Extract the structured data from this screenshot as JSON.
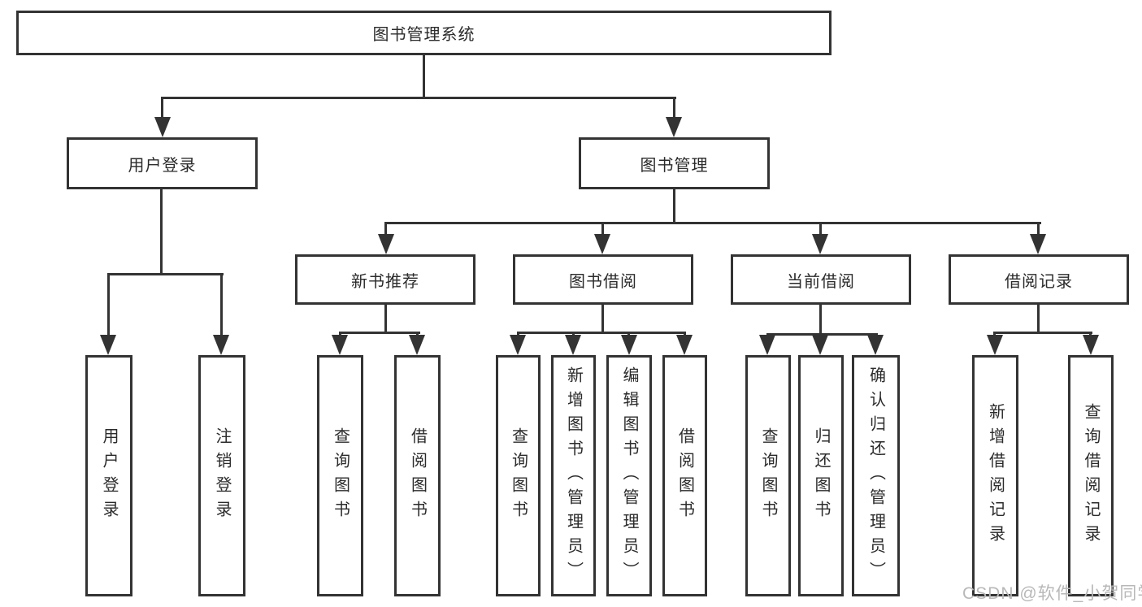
{
  "diagram": {
    "type": "hierarchy-tree",
    "orientation": "top-down"
  },
  "tree": {
    "label": "图书管理系统",
    "children": [
      {
        "label": "用户登录",
        "children": [
          {
            "label": "用户登录"
          },
          {
            "label": "注销登录"
          }
        ]
      },
      {
        "label": "图书管理",
        "children": [
          {
            "label": "新书推荐",
            "children": [
              {
                "label": "查询图书"
              },
              {
                "label": "借阅图书"
              }
            ]
          },
          {
            "label": "图书借阅",
            "children": [
              {
                "label": "查询图书"
              },
              {
                "label": "新增图书（管理员）"
              },
              {
                "label": "编辑图书（管理员）"
              },
              {
                "label": "借阅图书"
              }
            ]
          },
          {
            "label": "当前借阅",
            "children": [
              {
                "label": "查询图书"
              },
              {
                "label": "归还图书"
              },
              {
                "label": "确认归还（管理员）"
              }
            ]
          },
          {
            "label": "借阅记录",
            "children": [
              {
                "label": "新增借阅记录"
              },
              {
                "label": "查询借阅记录"
              }
            ]
          }
        ]
      }
    ]
  },
  "watermark": {
    "text": "CSDN @软件_小贺同学"
  },
  "colors": {
    "line": "#333333",
    "box_border": "#333333",
    "text": "#2b2b2b",
    "watermark": "#b8b8b8",
    "background": "#ffffff"
  }
}
